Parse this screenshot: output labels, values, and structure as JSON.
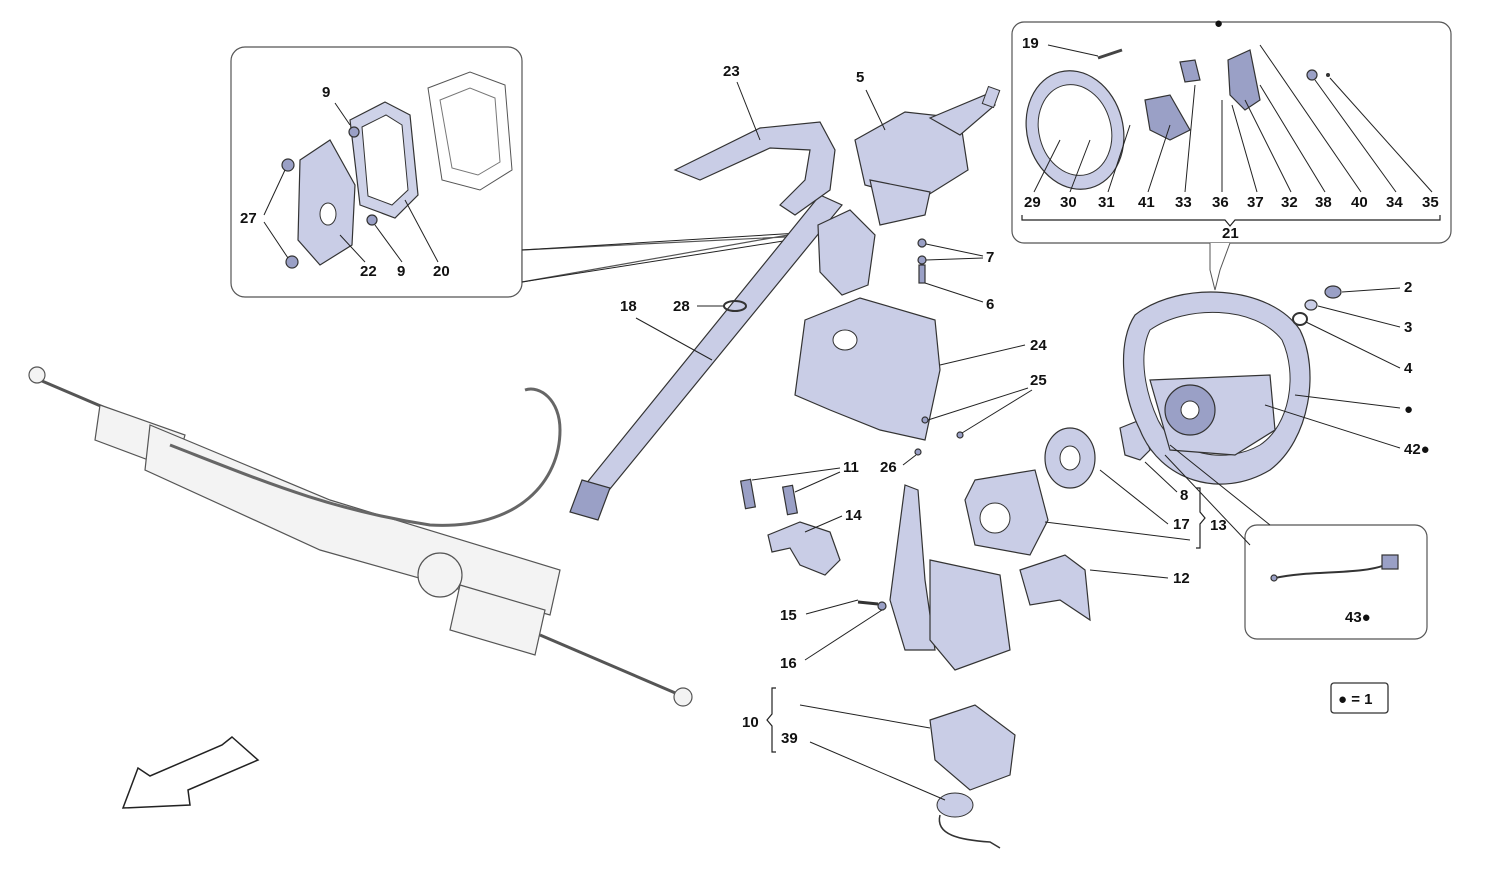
{
  "legend": {
    "dot_label": "● = 1"
  },
  "colors": {
    "part_fill": "#c9cde6",
    "part_dark": "#9aa0c6",
    "line": "#222222",
    "background": "#ffffff"
  },
  "labels": {
    "l2": "2",
    "l3": "3",
    "l4": "4",
    "l5": "5",
    "l6": "6",
    "l7": "7",
    "l8": "8",
    "l9a": "9",
    "l9b": "9",
    "l10": "10",
    "l11": "11",
    "l12": "12",
    "l13": "13",
    "l14": "14",
    "l15": "15",
    "l16": "16",
    "l17": "17",
    "l18": "18",
    "l19": "19",
    "l20": "20",
    "l21": "21",
    "l22": "22",
    "l23": "23",
    "l24": "24",
    "l25": "25",
    "l26": "26",
    "l27": "27",
    "l28": "28",
    "l29": "29",
    "l30": "30",
    "l31": "31",
    "l32": "32",
    "l33": "33",
    "l34": "34",
    "l35": "35",
    "l36": "36",
    "l37": "37",
    "l38": "38",
    "l39": "39",
    "l40": "40",
    "l41": "41",
    "l42": "42●",
    "l43": "43●",
    "wheel_dot": "●",
    "inset_dot": "●"
  },
  "icons": {
    "direction": "arrow-icon"
  }
}
